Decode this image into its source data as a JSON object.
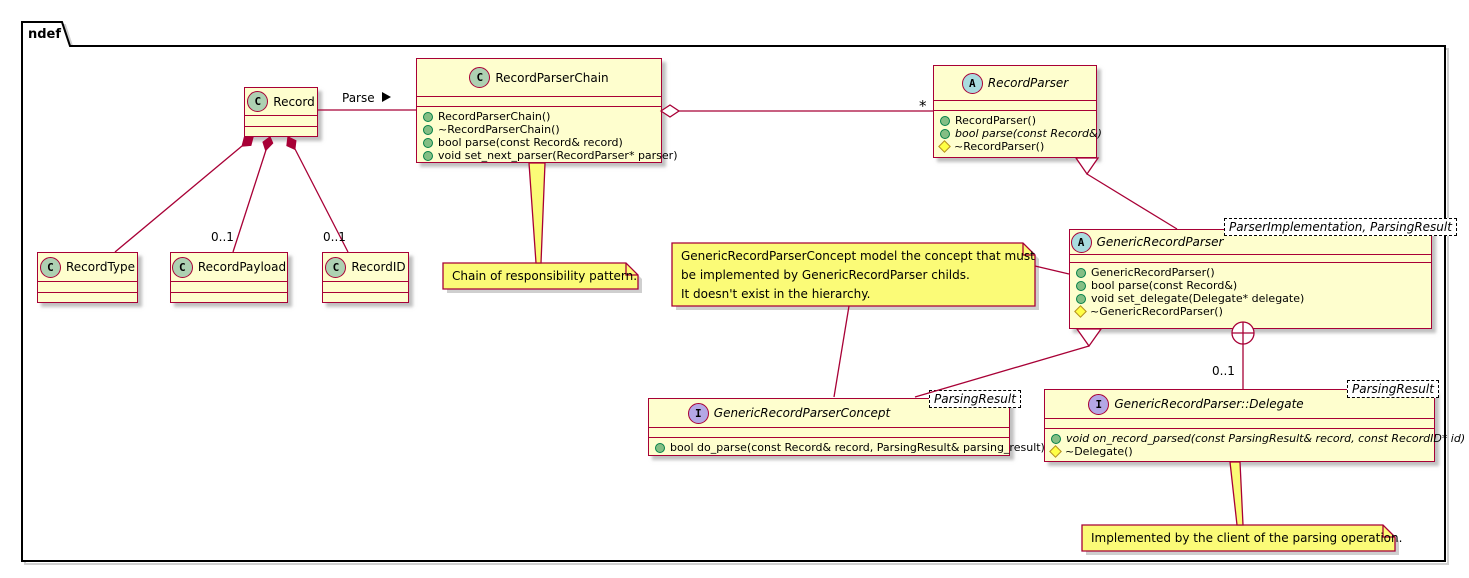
{
  "frame": {
    "label": "ndef"
  },
  "classes": {
    "record": {
      "spot": "C",
      "name": "Record"
    },
    "record_type": {
      "spot": "C",
      "name": "RecordType"
    },
    "record_payload": {
      "spot": "C",
      "name": "RecordPayload"
    },
    "record_id": {
      "spot": "C",
      "name": "RecordID"
    },
    "record_parser_chain": {
      "spot": "C",
      "name": "RecordParserChain",
      "methods": [
        {
          "visibility": "public",
          "text": "RecordParserChain()"
        },
        {
          "visibility": "public",
          "text": "~RecordParserChain()"
        },
        {
          "visibility": "public",
          "text": "bool parse(const Record& record)"
        },
        {
          "visibility": "public",
          "text": "void set_next_parser(RecordParser* parser)"
        }
      ]
    },
    "record_parser": {
      "spot": "A",
      "name": "RecordParser",
      "abstract": true,
      "methods": [
        {
          "visibility": "public",
          "text": "RecordParser()"
        },
        {
          "visibility": "public",
          "text": "bool parse(const Record&)",
          "abstract": true
        },
        {
          "visibility": "protected",
          "text": "~RecordParser()"
        }
      ]
    },
    "generic_record_parser": {
      "spot": "A",
      "name": "GenericRecordParser",
      "abstract": true,
      "template": "ParserImplementation, ParsingResult",
      "methods": [
        {
          "visibility": "public",
          "text": "GenericRecordParser()"
        },
        {
          "visibility": "public",
          "text": "bool parse(const Record&)"
        },
        {
          "visibility": "public",
          "text": "void set_delegate(Delegate* delegate)"
        },
        {
          "visibility": "protected",
          "text": "~GenericRecordParser()"
        }
      ]
    },
    "generic_record_parser_concept": {
      "spot": "I",
      "name": "GenericRecordParserConcept",
      "abstract": true,
      "template": "ParsingResult",
      "methods": [
        {
          "visibility": "public",
          "text": "bool do_parse(const Record& record, ParsingResult& parsing_result)"
        }
      ]
    },
    "delegate": {
      "spot": "I",
      "name": "GenericRecordParser::Delegate",
      "abstract": true,
      "template": "ParsingResult",
      "methods": [
        {
          "visibility": "public",
          "text": "void on_record_parsed(const ParsingResult& record, const RecordID* id)",
          "abstract": true
        },
        {
          "visibility": "protected",
          "text": "~Delegate()"
        }
      ]
    }
  },
  "notes": {
    "chain": "Chain of responsibility pattern.",
    "concept_line1": "GenericRecordParserConcept model the concept that must",
    "concept_line2": "be implemented by GenericRecordParser childs.",
    "concept_line3": "It doesn't exist in the hierarchy.",
    "client": "Implemented by the client of the parsing operation."
  },
  "labels": {
    "parse": "Parse",
    "parser_multiplicity": "*",
    "payload_multiplicity": "0..1",
    "id_multiplicity": "0..1",
    "delegate_multiplicity": "0..1"
  },
  "colors": {
    "class_fill": "#FEFECE",
    "class_border": "#A80036",
    "relation_line": "#A80036",
    "note_fill": "#FBFB77",
    "spot_class": "#ADD1B2",
    "spot_abstract": "#A9DCDF",
    "spot_interface": "#B4A7E5",
    "public_icon": "#84BE84",
    "protected_icon": "#FFFF44",
    "frame_border": "#000000"
  }
}
